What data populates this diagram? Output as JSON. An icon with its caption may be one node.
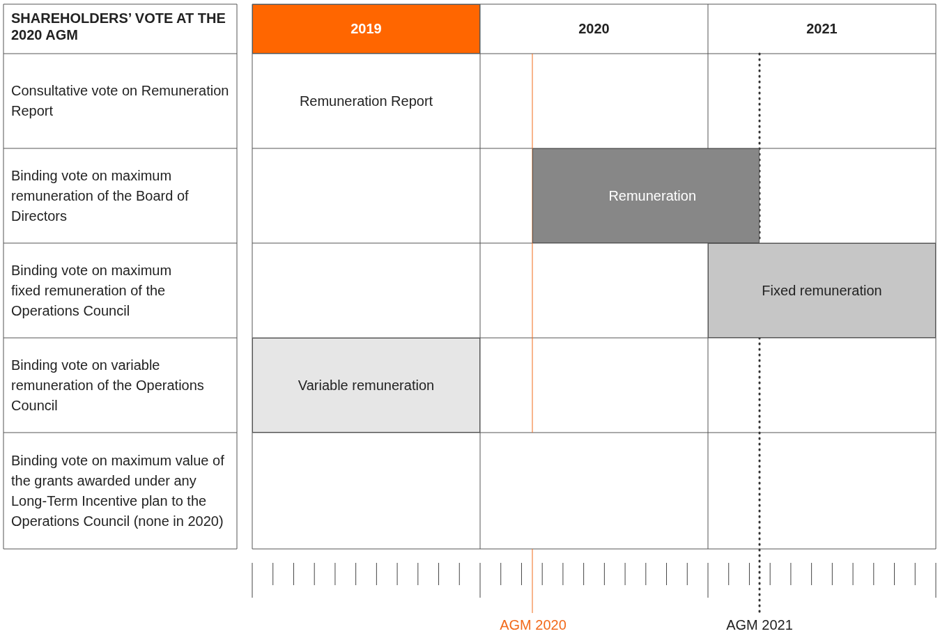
{
  "diagram": {
    "nodes": [
      {
        "text": [
          "2019"
        ]
      },
      {
        "text": [
          "Remuneration"
        ]
      },
      {
        "text": [
          "Fixed remuneration"
        ]
      },
      {
        "text": [
          "Variable remuneration"
        ]
      }
    ],
    "labels": [
      "SHAREHOLDERS’ VOTE AT THE 2020 AGM",
      "2020",
      "2021",
      "Consultative vote on Remuneration Report",
      "Binding vote on maximum remuneration of the Board of Directors",
      "Binding vote on maximum fixed remuneration of the Operations Council",
      "Binding vote on variable remuneration of the Operations Council",
      "Binding vote on maximum value of the grants awarded under any Long-Term Incentive plan to the Operations Council (none in 2020)",
      "Remuneration Report",
      "AGM 2020",
      "AGM 2021"
    ]
  }
}
